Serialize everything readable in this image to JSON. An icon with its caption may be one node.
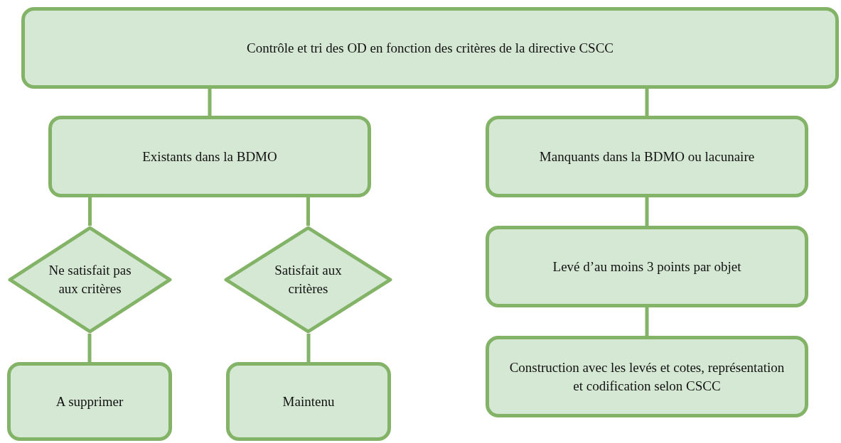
{
  "diagram": {
    "nodes": [
      {
        "text": [
          "Contrôle et tri des OD en fonction des critères de la directive CSCC"
        ]
      },
      {
        "text": [
          "Existants dans la BDMO"
        ]
      },
      {
        "text": [
          "Manquants dans la BDMO ou lacunaire"
        ]
      },
      {
        "text": [
          "Ne satisfait pas aux critères"
        ]
      },
      {
        "text": [
          "Satisfait aux critères"
        ]
      },
      {
        "text": [
          "A supprimer"
        ]
      },
      {
        "text": [
          "Maintenu"
        ]
      },
      {
        "text": [
          "Levé d’au moins 3 points par objet"
        ]
      },
      {
        "text": [
          "Construction avec les levés et cotes, représentation et codification selon CSCC"
        ]
      }
    ],
    "edges": [
      {
        "from": 0,
        "to": 1,
        "arrow": "none"
      },
      {
        "from": 0,
        "to": 2,
        "arrow": "none"
      },
      {
        "from": 1,
        "to": 3,
        "arrow": "none"
      },
      {
        "from": 1,
        "to": 4,
        "arrow": "none"
      },
      {
        "from": 3,
        "to": 5,
        "arrow": "none"
      },
      {
        "from": 4,
        "to": 6,
        "arrow": "none"
      },
      {
        "from": 2,
        "to": 7,
        "arrow": "none"
      },
      {
        "from": 7,
        "to": 8,
        "arrow": "none"
      }
    ]
  }
}
